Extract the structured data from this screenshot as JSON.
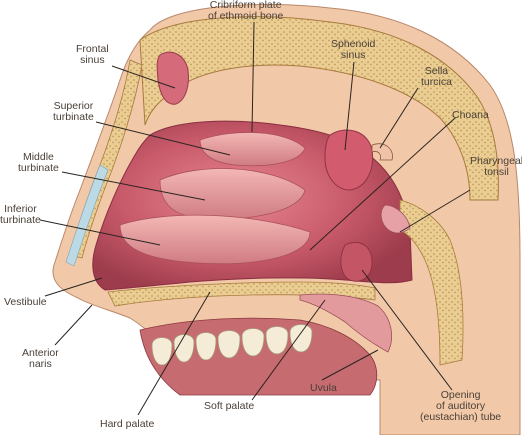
{
  "labels": {
    "cribriform": [
      "Cribriform plate",
      "of ethmoid bone"
    ],
    "frontal_sinus": [
      "Frontal",
      "sinus"
    ],
    "sphenoid_sinus": [
      "Sphenoid",
      "sinus"
    ],
    "sella_turcica": [
      "Sella",
      "turcica"
    ],
    "superior_turbinate": [
      "Superior",
      "turbinate"
    ],
    "choana": [
      "Choana"
    ],
    "middle_turbinate": [
      "Middle",
      "turbinate"
    ],
    "pharyngeal_tonsil": [
      "Pharyngeal",
      "tonsil"
    ],
    "inferior_turbinate": [
      "Inferior",
      "turbinate"
    ],
    "vestibule": [
      "Vestibule"
    ],
    "anterior_naris": [
      "Anterior",
      "naris"
    ],
    "uvula": [
      "Uvula"
    ],
    "auditory_tube": [
      "Opening",
      "of auditory",
      "(eustachian) tube"
    ],
    "soft_palate": [
      "Soft palate"
    ],
    "hard_palate": [
      "Hard palate"
    ]
  },
  "colors": {
    "skin": "#f2c9a8",
    "cavity": "#c85a6a",
    "mucosa": "#e39a9c",
    "bone": "#e7c98e",
    "label_text": "#4a4038",
    "leader_line": "#2a2420"
  }
}
